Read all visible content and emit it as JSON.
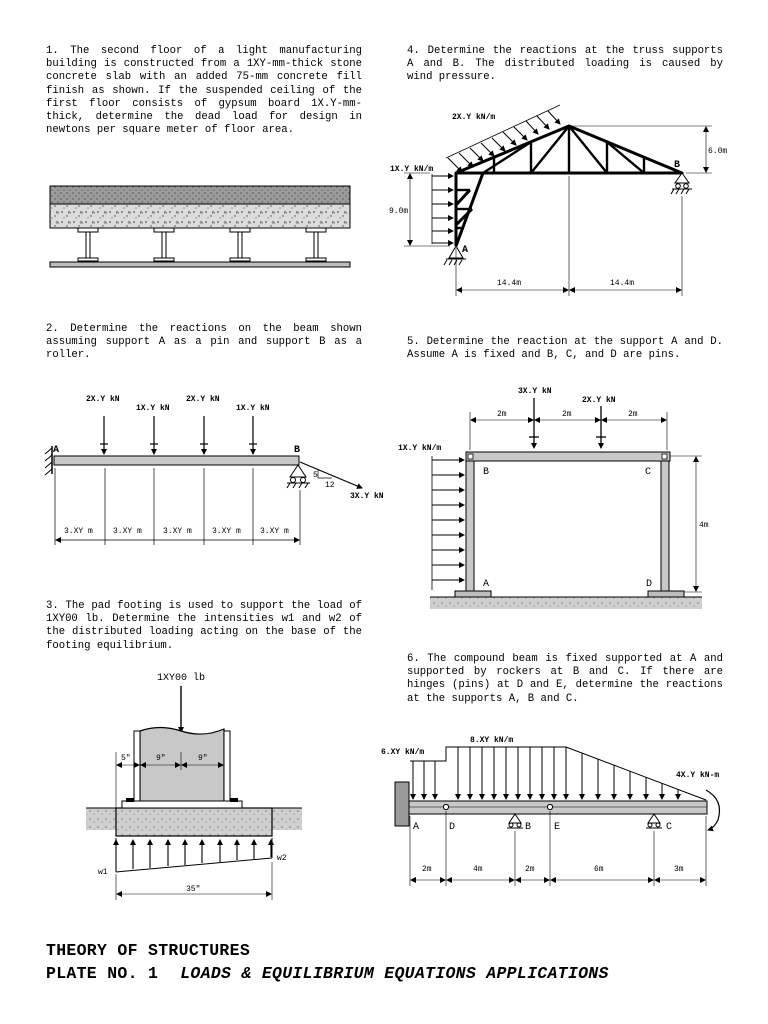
{
  "problems": [
    {
      "text": "1. The second floor of a light manufacturing building is constructed from a 1XY-mm-thick stone concrete slab with an added 75-mm concrete fill finish as shown. If the suspended ceiling of the first floor consists of gypsum board 1X.Y-mm-thick, determine the dead load for design in newtons per square meter of floor area."
    },
    {
      "text": "2. Determine the reactions on the beam shown assuming support A as a pin and support B as a roller."
    },
    {
      "text": "3. The pad footing is used to support the load of 1XY00 lb. Determine the intensities w1 and w2 of the distributed loading acting on the base of the footing equilibrium."
    },
    {
      "text": "4. Determine the reactions at the truss supports A and B. The distributed loading is caused by wind pressure."
    },
    {
      "text": "5. Determine the reaction at the support A and D. Assume A is fixed and B, C, and D are pins."
    },
    {
      "text": "6. The compound beam is fixed supported at A and supported by rockers at B and C. If there are hinges (pins) at D and E, determine the reactions at the supports A, B and C."
    }
  ],
  "fig2": {
    "loads": [
      "2X.Y kN",
      "1X.Y kN",
      "2X.Y kN",
      "1X.Y kN"
    ],
    "support_a": "A",
    "support_b": "B",
    "slope_top": "5",
    "slope_run": "12",
    "incline_load": "3X.Y kN",
    "dims": [
      "3.XY m",
      "3.XY m",
      "3.XY m",
      "3.XY m",
      "3.XY m"
    ]
  },
  "fig3": {
    "load": "1XY00 lb",
    "dims": [
      "5\"",
      "9\"",
      "9\""
    ],
    "width": "35\"",
    "w1": "w1",
    "w2": "w2"
  },
  "fig4": {
    "load_roof": "2X.Y kN/m",
    "load_wall": "1X.Y kN/m",
    "height_roof": "6.0m",
    "height_wall": "9.0m",
    "support_a": "A",
    "support_b": "B",
    "spans": [
      "14.4m",
      "14.4m"
    ]
  },
  "fig5": {
    "loads": [
      "3X.Y kN",
      "2X.Y kN"
    ],
    "side_load": "1X.Y kN/m",
    "spans": [
      "2m",
      "2m",
      "2m"
    ],
    "height": "4m",
    "labels": [
      "A",
      "B",
      "C",
      "D"
    ]
  },
  "fig6": {
    "load_left": "6.XY kN/m",
    "load_mid": "8.XY kN/m",
    "moment": "4X.Y kN-m",
    "labels": [
      "A",
      "D",
      "B",
      "E",
      "C"
    ],
    "spans": [
      "2m",
      "4m",
      "2m",
      "6m",
      "3m"
    ]
  },
  "footer": {
    "line1": "THEORY OF STRUCTURES",
    "line2_prefix": "PLATE NO. 1",
    "line2_title": "LOADS & EQUILIBRIUM EQUATIONS APPLICATIONS"
  }
}
